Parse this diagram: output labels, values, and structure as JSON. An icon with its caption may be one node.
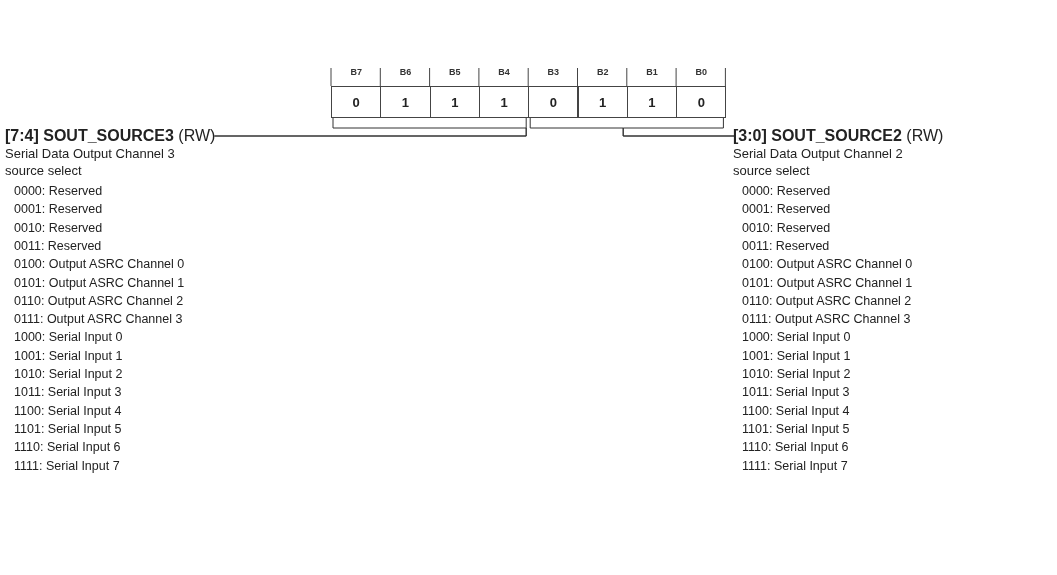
{
  "diagram": {
    "nodes": [
      {
        "text": [
          "B7",
          "0"
        ]
      },
      {
        "text": [
          "B6",
          "1"
        ]
      },
      {
        "text": [
          "B5",
          "1"
        ]
      },
      {
        "text": [
          "B4",
          "1"
        ]
      },
      {
        "text": [
          "B3",
          "0"
        ]
      },
      {
        "text": [
          "B2",
          "1"
        ]
      },
      {
        "text": [
          "B1",
          "1"
        ]
      },
      {
        "text": [
          "B0",
          "0"
        ]
      },
      {
        "text": [
          "**[7:4] SOUT_SOURCE3** (RW)",
          "Serial Data Output Channel 3 source select"
        ]
      },
      {
        "text": [
          "**[3:0] SOUT_SOURCE2** (RW)",
          "Serial Data Output Channel 2 source select"
        ]
      }
    ],
    "edges": [
      {
        "from": 8,
        "to": 0,
        "arrow": "none"
      },
      {
        "from": 8,
        "to": 3,
        "arrow": "none"
      },
      {
        "from": 9,
        "to": 4,
        "arrow": "none"
      },
      {
        "from": 9,
        "to": 7,
        "arrow": "none"
      }
    ],
    "labels": [
      "0000: Reserved",
      "0001: Reserved",
      "0010: Reserved",
      "0011: Reserved",
      "0100: Output ASRC Channel 0",
      "0101: Output ASRC Channel 1",
      "0110: Output ASRC Channel 2",
      "0111: Output ASRC Channel 3",
      "1000: Serial Input 0",
      "1001: Serial Input 1",
      "1010: Serial Input 2",
      "1011: Serial Input 3",
      "1100: Serial Input 4",
      "1101: Serial Input 5",
      "1110: Serial Input 6",
      "1111: Serial Input 7",
      "0000: Reserved",
      "0001: Reserved",
      "0010: Reserved",
      "0011: Reserved",
      "0100: Output ASRC Channel 0",
      "0101: Output ASRC Channel 1",
      "0110: Output ASRC Channel 2",
      "0111: Output ASRC Channel 3",
      "1000: Serial Input 0",
      "1001: Serial Input 1",
      "1010: Serial Input 2",
      "1011: Serial Input 3",
      "1100: Serial Input 4",
      "1101: Serial Input 5",
      "1110: Serial Input 6",
      "1111: Serial Input 7"
    ]
  }
}
